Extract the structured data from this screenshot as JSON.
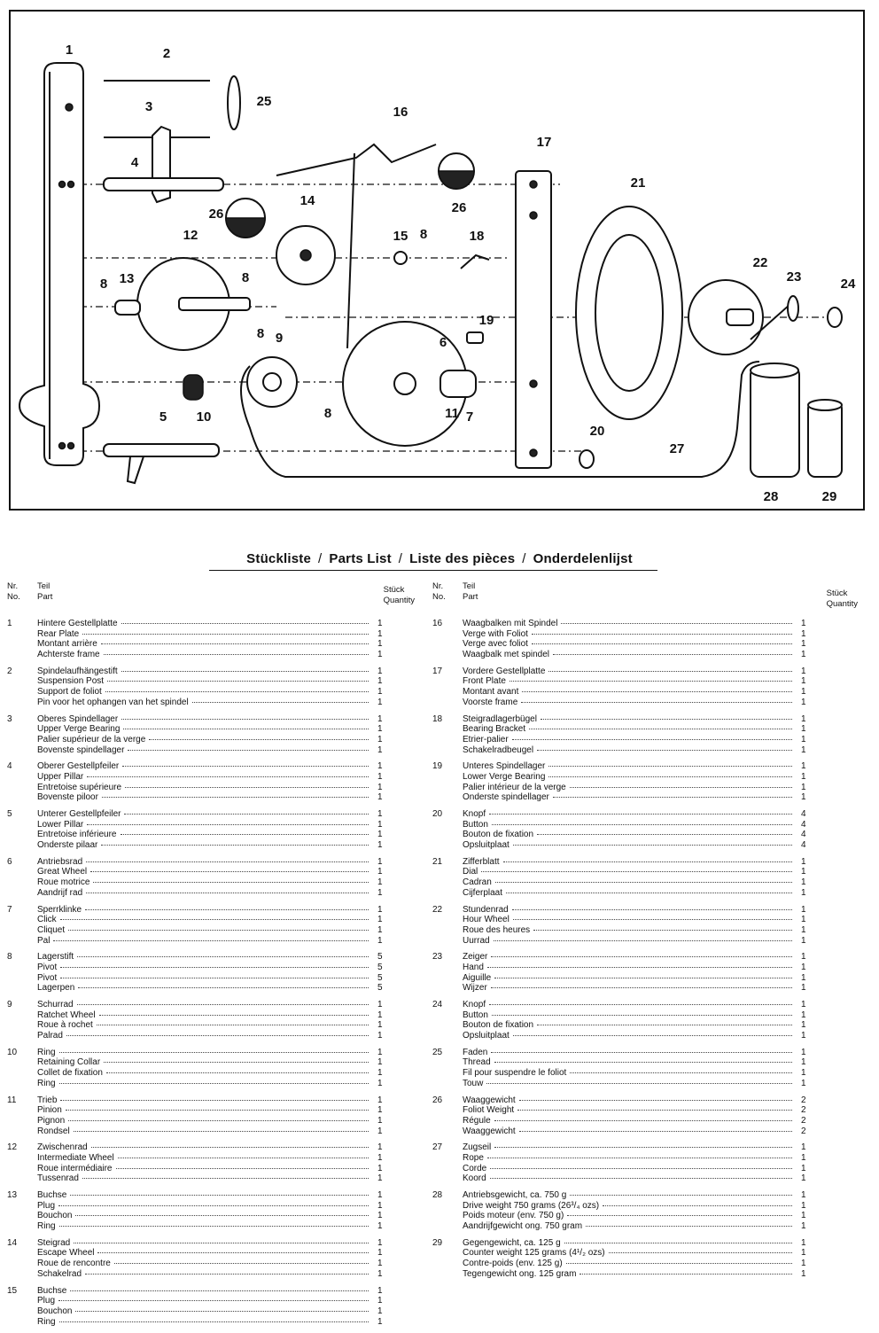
{
  "diagram": {
    "callouts": [
      "1",
      "2",
      "3",
      "4",
      "5",
      "6",
      "7",
      "8",
      "8",
      "8",
      "8",
      "8",
      "9",
      "10",
      "11",
      "12",
      "13",
      "14",
      "15",
      "16",
      "17",
      "18",
      "19",
      "20",
      "21",
      "22",
      "23",
      "24",
      "25",
      "26",
      "26",
      "27",
      "28",
      "29"
    ]
  },
  "parts_title": {
    "de": "Stückliste",
    "en": "Parts List",
    "fr": "Liste des pièces",
    "nl": "Onderdelenlijst",
    "sep": "/"
  },
  "header": {
    "nr": "Nr.",
    "no": "No.",
    "teil": "Teil",
    "part": "Part",
    "stueck": "Stück",
    "quantity": "Quantity"
  },
  "left_entries": [
    {
      "nr": "1",
      "lines": [
        [
          "Hintere Gestellplatte",
          "1"
        ],
        [
          "Rear Plate",
          "1"
        ],
        [
          "Montant arrière",
          "1"
        ],
        [
          "Achterste frame",
          "1"
        ]
      ]
    },
    {
      "nr": "2",
      "lines": [
        [
          "Spindelaufhängestift",
          "1"
        ],
        [
          "Suspension Post",
          "1"
        ],
        [
          "Support de foliot",
          "1"
        ],
        [
          "Pin voor het ophangen van het spindel",
          "1"
        ]
      ]
    },
    {
      "nr": "3",
      "lines": [
        [
          "Oberes Spindellager",
          "1"
        ],
        [
          "Upper Verge Bearing",
          "1"
        ],
        [
          "Palier supérieur de la verge",
          "1"
        ],
        [
          "Bovenste spindellager",
          "1"
        ]
      ]
    },
    {
      "nr": "4",
      "lines": [
        [
          "Oberer Gestellpfeiler",
          "1"
        ],
        [
          "Upper Pillar",
          "1"
        ],
        [
          "Entretoise supérieure",
          "1"
        ],
        [
          "Bovenste piloor",
          "1"
        ]
      ]
    },
    {
      "nr": "5",
      "lines": [
        [
          "Unterer Gestellpfeiler",
          "1"
        ],
        [
          "Lower Pillar",
          "1"
        ],
        [
          "Entretoise inférieure",
          "1"
        ],
        [
          "Onderste pilaar",
          "1"
        ]
      ]
    },
    {
      "nr": "6",
      "lines": [
        [
          "Antriebsrad",
          "1"
        ],
        [
          "Great Wheel",
          "1"
        ],
        [
          "Roue motrice",
          "1"
        ],
        [
          "Aandrijf rad",
          "1"
        ]
      ]
    },
    {
      "nr": "7",
      "lines": [
        [
          "Sperrklinke",
          "1"
        ],
        [
          "Click",
          "1"
        ],
        [
          "Cliquet",
          "1"
        ],
        [
          "Pal",
          "1"
        ]
      ]
    },
    {
      "nr": "8",
      "lines": [
        [
          "Lagerstift",
          "5"
        ],
        [
          "Pivot",
          "5"
        ],
        [
          "Pivot",
          "5"
        ],
        [
          "Lagerpen",
          "5"
        ]
      ]
    },
    {
      "nr": "9",
      "lines": [
        [
          "Schurrad",
          "1"
        ],
        [
          "Ratchet Wheel",
          "1"
        ],
        [
          "Roue à rochet",
          "1"
        ],
        [
          "Palrad",
          "1"
        ]
      ]
    },
    {
      "nr": "10",
      "lines": [
        [
          "Ring",
          "1"
        ],
        [
          "Retaining Collar",
          "1"
        ],
        [
          "Collet de fixation",
          "1"
        ],
        [
          "Ring",
          "1"
        ]
      ]
    },
    {
      "nr": "11",
      "lines": [
        [
          "Trieb",
          "1"
        ],
        [
          "Pinion",
          "1"
        ],
        [
          "Pignon",
          "1"
        ],
        [
          "Rondsel",
          "1"
        ]
      ]
    },
    {
      "nr": "12",
      "lines": [
        [
          "Zwischenrad",
          "1"
        ],
        [
          "Intermediate Wheel",
          "1"
        ],
        [
          "Roue intermédiaire",
          "1"
        ],
        [
          "Tussenrad",
          "1"
        ]
      ]
    },
    {
      "nr": "13",
      "lines": [
        [
          "Buchse",
          "1"
        ],
        [
          "Plug",
          "1"
        ],
        [
          "Bouchon",
          "1"
        ],
        [
          "Ring",
          "1"
        ]
      ]
    },
    {
      "nr": "14",
      "lines": [
        [
          "Steigrad",
          "1"
        ],
        [
          "Escape Wheel",
          "1"
        ],
        [
          "Roue de rencontre",
          "1"
        ],
        [
          "Schakelrad",
          "1"
        ]
      ]
    },
    {
      "nr": "15",
      "lines": [
        [
          "Buchse",
          "1"
        ],
        [
          "Plug",
          "1"
        ],
        [
          "Bouchon",
          "1"
        ],
        [
          "Ring",
          "1"
        ]
      ]
    }
  ],
  "right_entries": [
    {
      "nr": "16",
      "lines": [
        [
          "Waagbalken mit Spindel",
          "1"
        ],
        [
          "Verge with Foliot",
          "1"
        ],
        [
          "Verge avec foliot",
          "1"
        ],
        [
          "Waagbalk met spindel",
          "1"
        ]
      ]
    },
    {
      "nr": "17",
      "lines": [
        [
          "Vordere Gestellplatte",
          "1"
        ],
        [
          "Front Plate",
          "1"
        ],
        [
          "Montant avant",
          "1"
        ],
        [
          "Voorste frame",
          "1"
        ]
      ]
    },
    {
      "nr": "18",
      "lines": [
        [
          "Steigradlagerbügel",
          "1"
        ],
        [
          "Bearing Bracket",
          "1"
        ],
        [
          "Etrier-palier",
          "1"
        ],
        [
          "Schakelradbeugel",
          "1"
        ]
      ]
    },
    {
      "nr": "19",
      "lines": [
        [
          "Unteres Spindellager",
          "1"
        ],
        [
          "Lower Verge Bearing",
          "1"
        ],
        [
          "Palier intérieur de la verge",
          "1"
        ],
        [
          "Onderste spindellager",
          "1"
        ]
      ]
    },
    {
      "nr": "20",
      "lines": [
        [
          "Knopf",
          "4"
        ],
        [
          "Button",
          "4"
        ],
        [
          "Bouton de fixation",
          "4"
        ],
        [
          "Opsluitplaat",
          "4"
        ]
      ]
    },
    {
      "nr": "21",
      "lines": [
        [
          "Zifferblatt",
          "1"
        ],
        [
          "Dial",
          "1"
        ],
        [
          "Cadran",
          "1"
        ],
        [
          "Cijferplaat",
          "1"
        ]
      ]
    },
    {
      "nr": "22",
      "lines": [
        [
          "Stundenrad",
          "1"
        ],
        [
          "Hour Wheel",
          "1"
        ],
        [
          "Roue des heures",
          "1"
        ],
        [
          "Uurrad",
          "1"
        ]
      ]
    },
    {
      "nr": "23",
      "lines": [
        [
          "Zeiger",
          "1"
        ],
        [
          "Hand",
          "1"
        ],
        [
          "Aiguille",
          "1"
        ],
        [
          "Wijzer",
          "1"
        ]
      ]
    },
    {
      "nr": "24",
      "lines": [
        [
          "Knopf",
          "1"
        ],
        [
          "Button",
          "1"
        ],
        [
          "Bouton de fixation",
          "1"
        ],
        [
          "Opsluitplaat",
          "1"
        ]
      ]
    },
    {
      "nr": "25",
      "lines": [
        [
          "Faden",
          "1"
        ],
        [
          "Thread",
          "1"
        ],
        [
          "Fil pour suspendre le foliot",
          "1"
        ],
        [
          "Touw",
          "1"
        ]
      ]
    },
    {
      "nr": "26",
      "lines": [
        [
          "Waaggewicht",
          "2"
        ],
        [
          "Foliot Weight",
          "2"
        ],
        [
          "Régule",
          "2"
        ],
        [
          "Waaggewicht",
          "2"
        ]
      ]
    },
    {
      "nr": "27",
      "lines": [
        [
          "Zugseil",
          "1"
        ],
        [
          "Rope",
          "1"
        ],
        [
          "Corde",
          "1"
        ],
        [
          "Koord",
          "1"
        ]
      ]
    },
    {
      "nr": "28",
      "lines": [
        [
          "Antriebsgewicht, ca. 750 g",
          "1"
        ],
        [
          "Drive weight 750 grams (26³/₄ ozs)",
          "1"
        ],
        [
          "Poids moteur (env. 750 g)",
          "1"
        ],
        [
          "Aandrijfgewicht ong. 750 gram",
          "1"
        ]
      ]
    },
    {
      "nr": "29",
      "lines": [
        [
          "Gegengewicht, ca. 125 g",
          "1"
        ],
        [
          "Counter weight 125 grams (4¹/₂ ozs)",
          "1"
        ],
        [
          "Contre-poids (env. 125 g)",
          "1"
        ],
        [
          "Tegengewicht ong. 125 gram",
          "1"
        ]
      ]
    }
  ]
}
